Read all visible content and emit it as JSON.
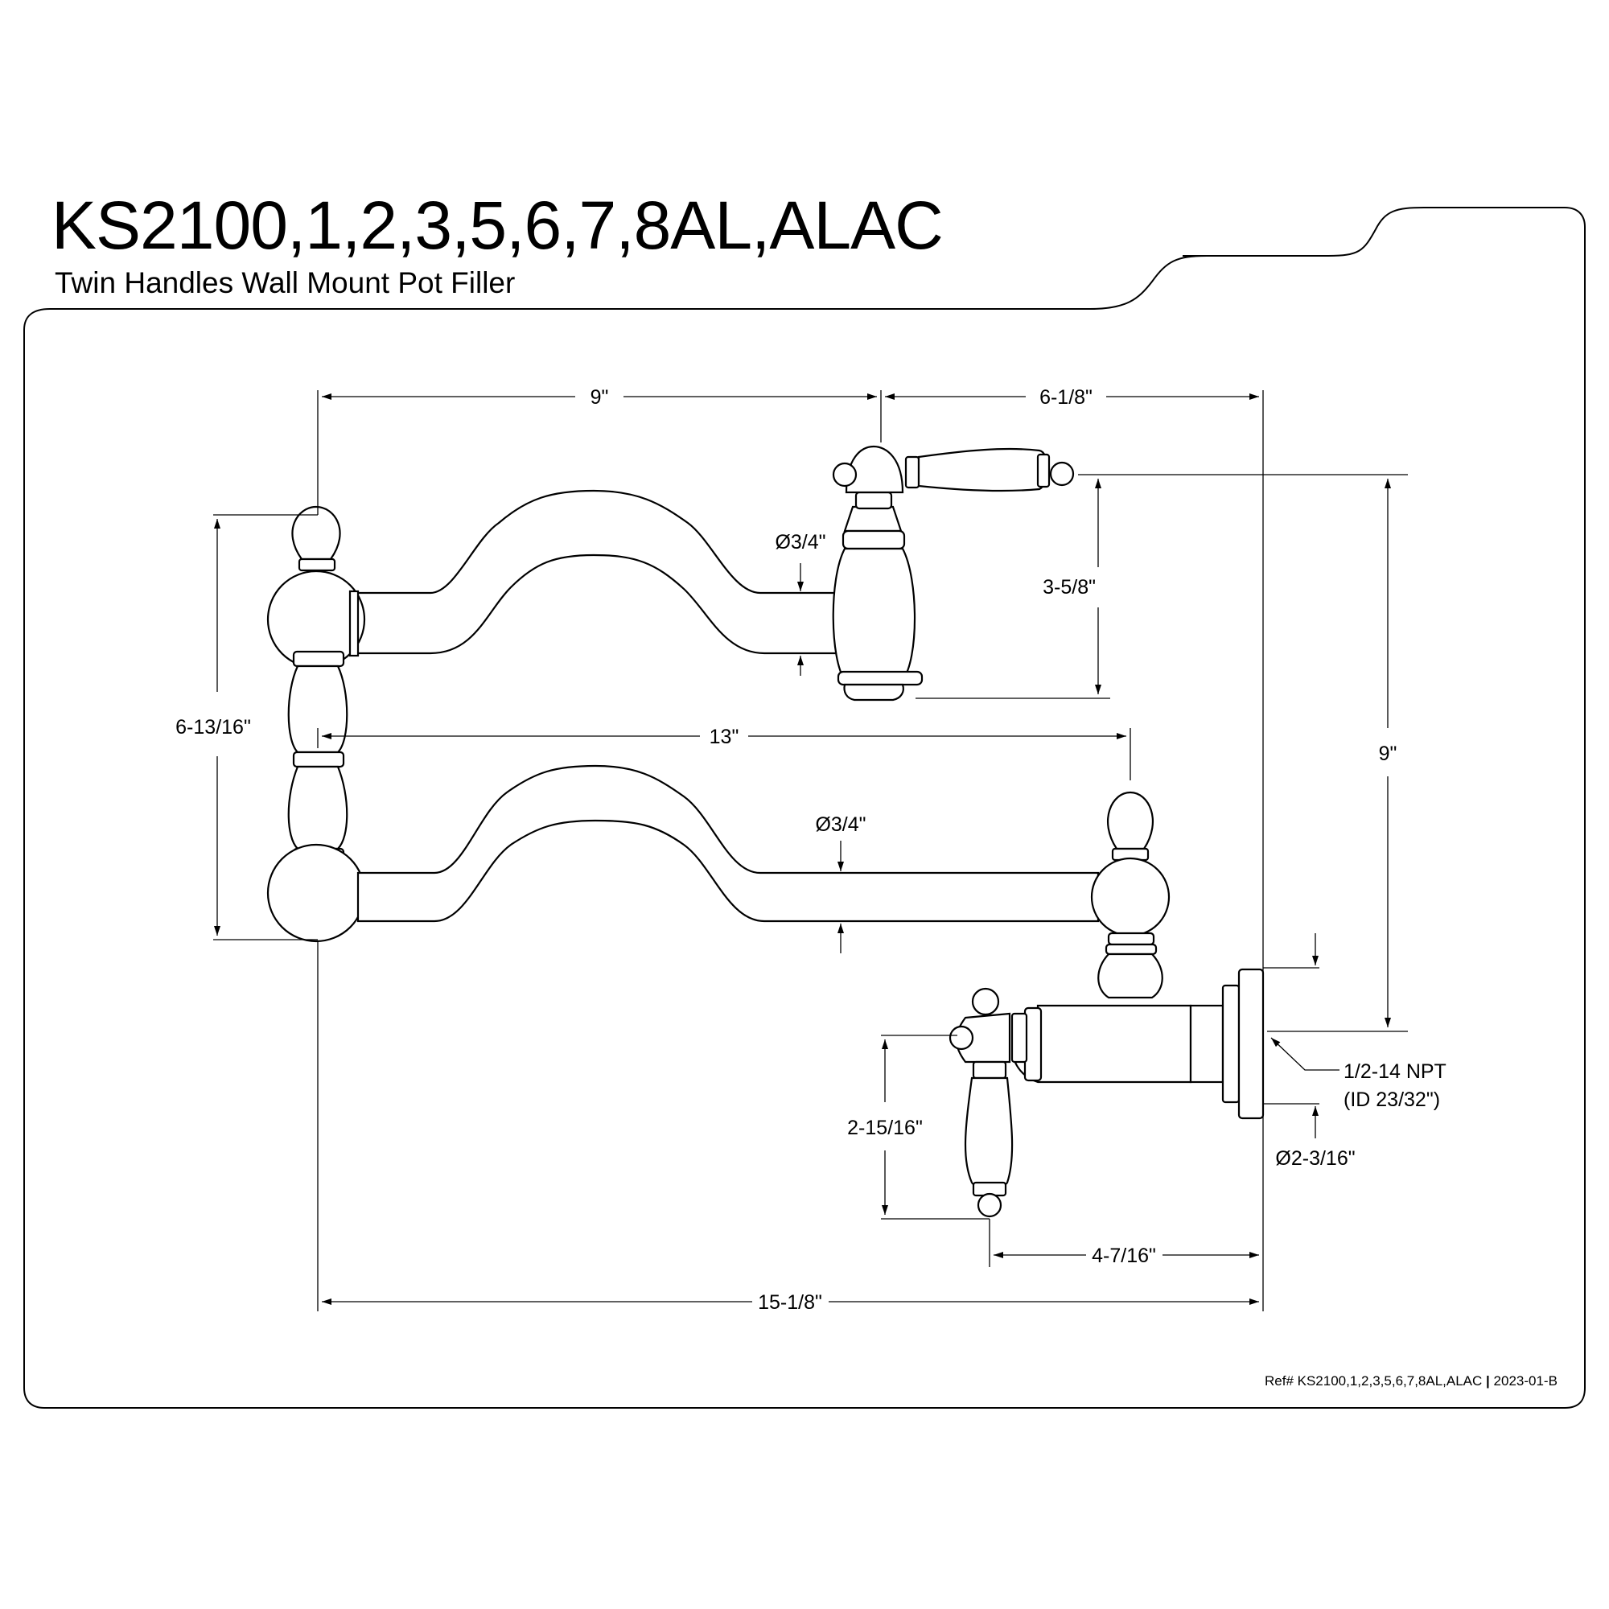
{
  "header": {
    "title": "KS2100,1,2,3,5,6,7,8AL,ALAC",
    "subtitle": "Twin Handles Wall Mount Pot Filler"
  },
  "footer": {
    "ref_label": "Ref# KS2100,1,2,3,5,6,7,8AL,ALAC",
    "separator": "|",
    "revision": "2023-01-B"
  },
  "dimensions": {
    "top_left_width": "9\"",
    "top_right_width": "6-1/8\"",
    "upper_arm_diameter": "Ø3/4\"",
    "handle_height": "3-5/8\"",
    "left_height": "6-13/16\"",
    "lower_arm_length": "13\"",
    "lower_arm_diameter": "Ø3/4\"",
    "overall_height": "9\"",
    "npt_line1": "1/2-14 NPT",
    "npt_line2": "(ID 23/32\")",
    "flange_diameter": "Ø2-3/16\"",
    "lower_handle_height": "2-15/16\"",
    "handle_offset": "4-7/16\"",
    "overall_width": "15-1/8\""
  }
}
